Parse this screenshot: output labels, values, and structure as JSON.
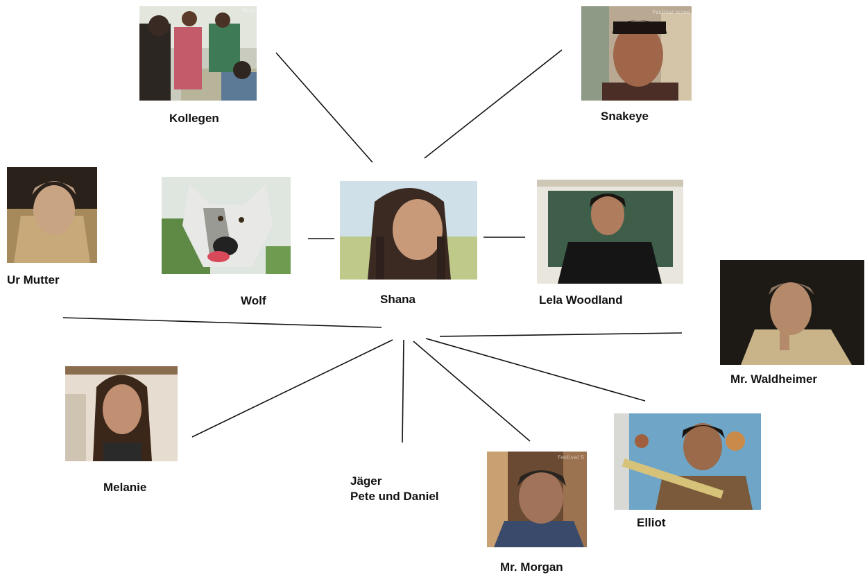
{
  "nodes": {
    "kollegen": {
      "label": "Kollegen",
      "photo_watermark": "Festi"
    },
    "snakeye": {
      "label": "Snakeye",
      "photo_watermark": "Festival scree"
    },
    "ur_mutter": {
      "label": "Ur Mutter"
    },
    "wolf": {
      "label": "Wolf"
    },
    "shana": {
      "label": "Shana"
    },
    "lela_woodland": {
      "label": "Lela Woodland"
    },
    "mr_waldheimer": {
      "label": "Mr. Waldheimer"
    },
    "melanie": {
      "label": "Melanie"
    },
    "jaeger": {
      "label_line1": "Jäger",
      "label_line2": "Pete und Daniel"
    },
    "mr_morgan": {
      "label": "Mr. Morgan",
      "photo_watermark": "Festival S"
    },
    "elliot": {
      "label": "Elliot"
    }
  },
  "edges": [
    [
      "kollegen",
      "shana"
    ],
    [
      "snakeye",
      "shana"
    ],
    [
      "wolf",
      "shana"
    ],
    [
      "shana",
      "lela_woodland"
    ],
    [
      "ur_mutter",
      "hub"
    ],
    [
      "mr_waldheimer",
      "hub"
    ],
    [
      "melanie",
      "hub"
    ],
    [
      "jaeger",
      "hub"
    ],
    [
      "mr_morgan",
      "hub"
    ],
    [
      "elliot",
      "hub"
    ]
  ]
}
